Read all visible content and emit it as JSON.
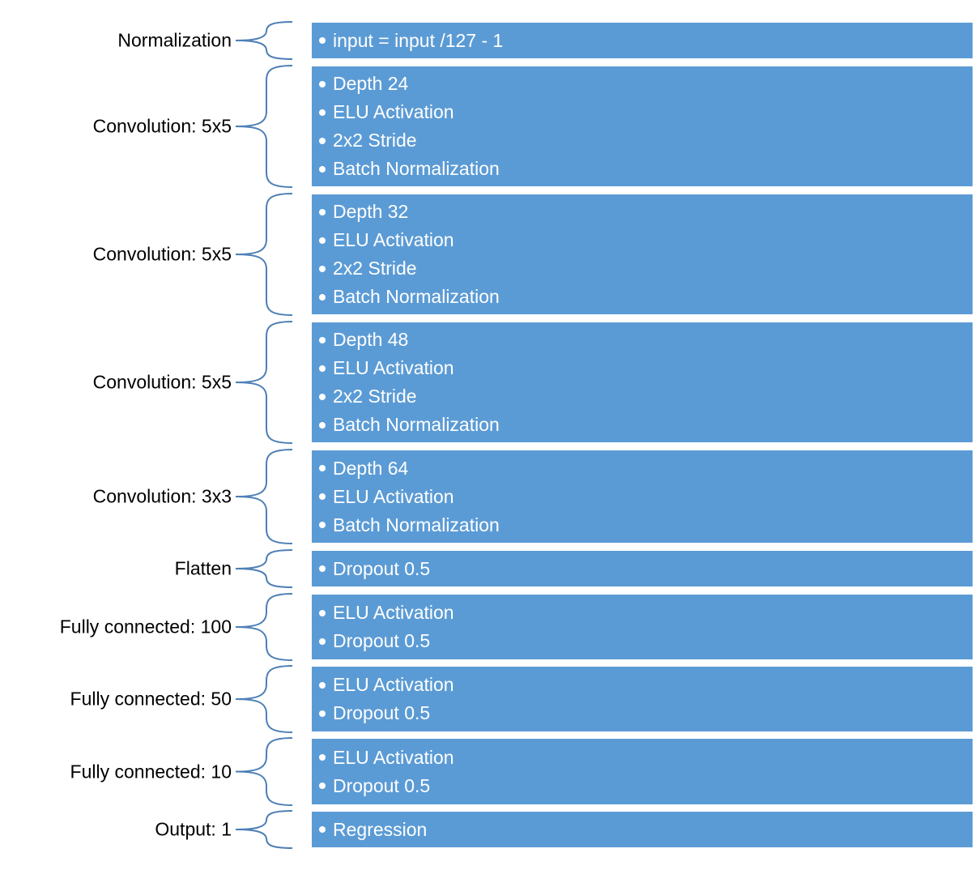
{
  "layers": [
    {
      "label": "Normalization",
      "items": [
        "input = input /127 - 1"
      ]
    },
    {
      "label": "Convolution: 5x5",
      "items": [
        "Depth 24",
        "ELU Activation",
        "2x2 Stride",
        "Batch Normalization"
      ]
    },
    {
      "label": "Convolution: 5x5",
      "items": [
        "Depth 32",
        "ELU Activation",
        "2x2 Stride",
        "Batch Normalization"
      ]
    },
    {
      "label": "Convolution: 5x5",
      "items": [
        "Depth 48",
        "ELU Activation",
        "2x2 Stride",
        "Batch Normalization"
      ]
    },
    {
      "label": "Convolution: 3x3",
      "items": [
        "Depth 64",
        "ELU Activation",
        "Batch Normalization"
      ]
    },
    {
      "label": "Flatten",
      "items": [
        "Dropout 0.5"
      ]
    },
    {
      "label": "Fully connected:  100",
      "items": [
        "ELU Activation",
        "Dropout 0.5"
      ]
    },
    {
      "label": "Fully connected:  50",
      "items": [
        "ELU Activation",
        "Dropout 0.5"
      ]
    },
    {
      "label": "Fully connected: 10",
      "items": [
        "ELU Activation",
        "Dropout 0.5"
      ]
    },
    {
      "label": "Output: 1",
      "items": [
        "Regression"
      ]
    }
  ],
  "colors": {
    "box_fill": "#5b9bd5",
    "brace_stroke": "#4e7fb6",
    "box_text": "#ffffff",
    "label_text": "#000000"
  }
}
